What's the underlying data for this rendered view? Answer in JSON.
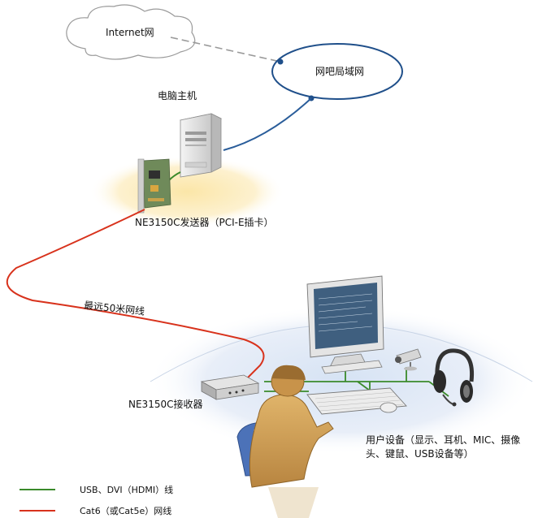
{
  "internet_label": "Internet网",
  "lan_label": "网吧局域网",
  "host_label": "电脑主机",
  "transmitter_label": "NE3150C发送器（PCI-E插卡）",
  "cable_distance_label": "最远50米网线",
  "receiver_label": "NE3150C接收器",
  "user_devices_label": "用户设备（显示、耳机、MIC、摄像头、键鼠、USB设备等）",
  "legend": [
    {
      "label": "USB、DVI（HDMI）线",
      "color": "#3a8a2a"
    },
    {
      "label": "Cat6（或Cat5e）网线",
      "color": "#d8321c"
    }
  ],
  "colors": {
    "lan_link": "#2a5d9a",
    "usb_dvi": "#3a8a2a",
    "network_cable": "#d8321c"
  }
}
